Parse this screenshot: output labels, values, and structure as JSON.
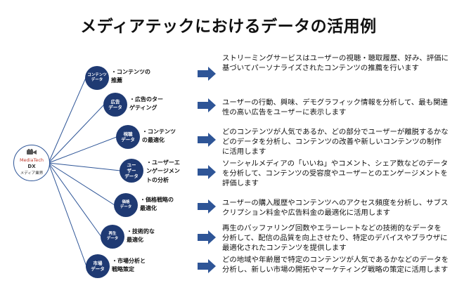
{
  "title": "メディアテックにおけるデータの活用例",
  "center": {
    "line1": "MediaTech",
    "line2": "DX",
    "line3": "メディア業界"
  },
  "colors": {
    "node_fill": "#1f3a73",
    "arrow_fill": "#2e5597",
    "line": "#2e5597",
    "center_accent": "#c0392b"
  },
  "items": [
    {
      "node": "コンテンツ\nデータ",
      "label": "・コンテンツの\n推薦",
      "description": "ストリーミングサービスはユーザーの視聴・聴取履歴、好み、評価に基づいてパーソナライズされたコンテンツの推薦を行います"
    },
    {
      "node": "広告\nデータ",
      "label": "・広告のター\nゲティング",
      "description": "ユーザーの行動、興味、デモグラフィック情報を分析して、最も関連性の高い広告をユーザーに表示します"
    },
    {
      "node": "視聴\nデータ",
      "label": "・コンテンツ\nの最適化",
      "description": "どのコンテンツが人気であるか、どの部分でユーザーが離脱するかなどのデータを分析し、コンテンツの改善や新しいコンテンツの制作に活用します"
    },
    {
      "node": "ユー\nザー\nデータ",
      "label": "・ユーザーエ\nンゲージメン\nトの分析",
      "description": "ソーシャルメディアの「いいね」やコメント、シェア数などのデータを分析して、コンテンツの受容度やユーザーとのエンゲージメントを評価します"
    },
    {
      "node": "価格\nデータ",
      "label": "・価格戦略の\n最適化",
      "description": "ユーザーの購入履歴やコンテンツへのアクセス頻度を分析し、サブスクリプション料金や広告料金の最適化に活用します"
    },
    {
      "node": "再生\nデータ",
      "label": "・技術的な\n最適化",
      "description": "再生のバッファリング回数やエラーレートなどの技術的なデータを分析して、配信の品質を向上させたり、特定のデバイスやブラウザに最適化されたコンテンツを提供します"
    },
    {
      "node": "市場\nデータ",
      "label": "・市場分析と\n戦略策定",
      "description": "どの地域や年齢層で特定のコンテンツが人気であるかなどのデータを分析し、新しい市場の開拓やマーケティング戦略の策定に活用します"
    }
  ]
}
